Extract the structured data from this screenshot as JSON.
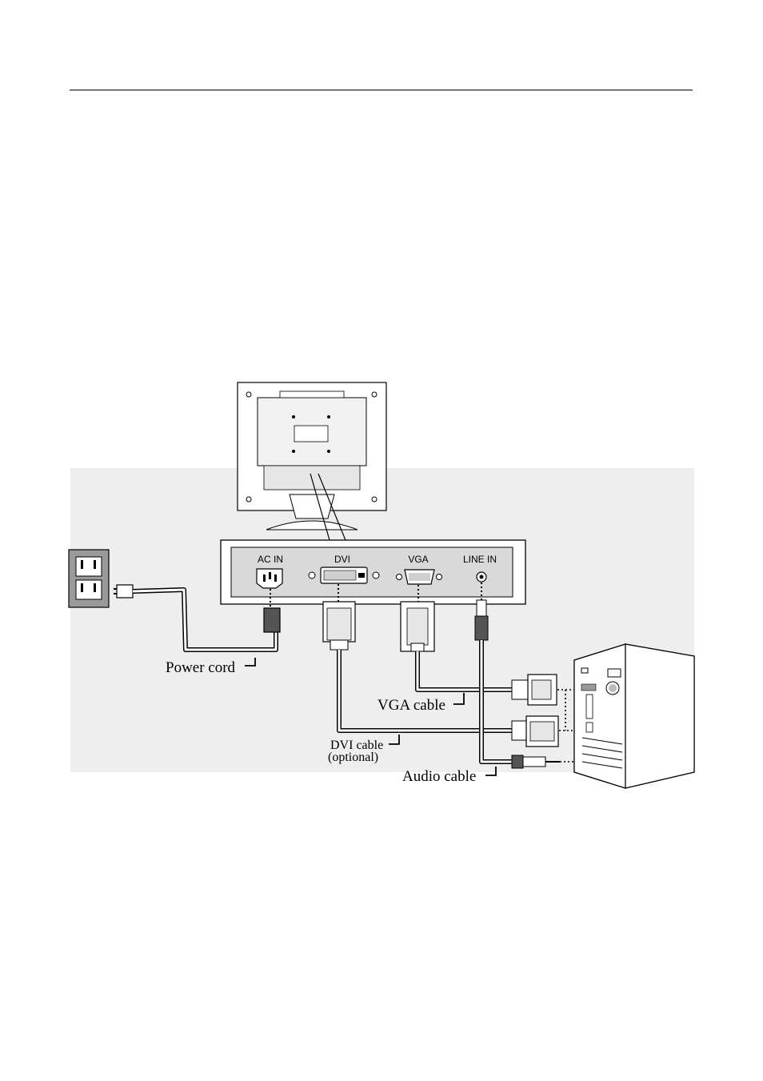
{
  "ports": {
    "ac_in": "AC IN",
    "dvi": "DVI",
    "vga": "VGA",
    "line_in": "LINE IN"
  },
  "callouts": {
    "power_cord": "Power cord",
    "vga_cable": "VGA cable",
    "dvi_cable": "DVI cable",
    "dvi_optional": "(optional)",
    "audio_cable": "Audio cable"
  },
  "colors": {
    "background_panel": "#eeeeee",
    "port_panel": "#d9d9d9",
    "outline": "#000000"
  }
}
